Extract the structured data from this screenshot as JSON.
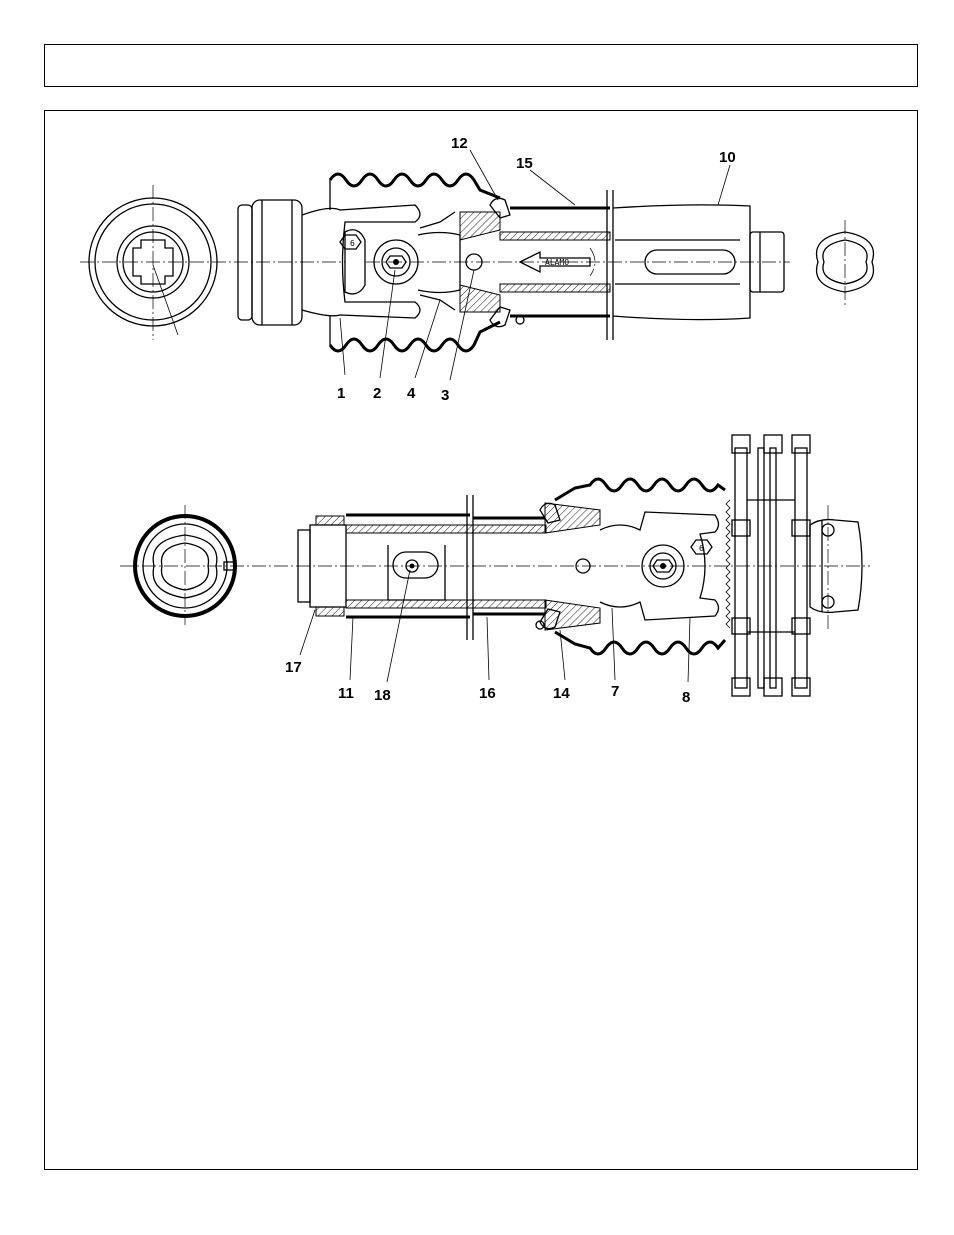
{
  "header": {
    "title": ""
  },
  "diagram": {
    "upper_assembly": {
      "callouts": [
        "12",
        "15",
        "10",
        "1",
        "2",
        "4",
        "3"
      ],
      "stamp_text": "ALAMO",
      "yoke_mark": "6"
    },
    "lower_assembly": {
      "callouts": [
        "17",
        "11",
        "18",
        "16",
        "14",
        "7",
        "8"
      ],
      "yoke_mark": "6"
    }
  }
}
